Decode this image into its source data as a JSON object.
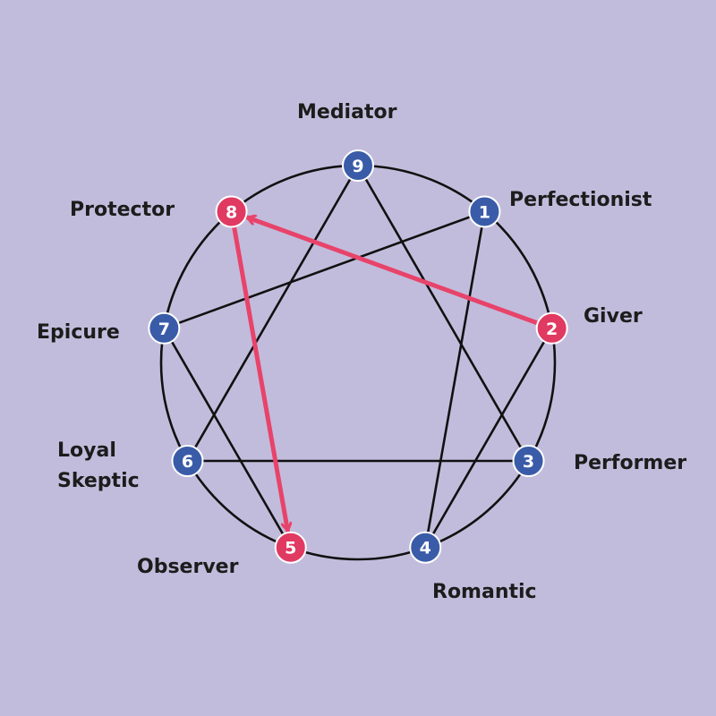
{
  "colors": {
    "background": "#c2bcdc",
    "line": "#111111",
    "node_default": "#3a5ca8",
    "node_highlight": "#e03a62",
    "arrow": "#e8436a",
    "text": "#1c1c1c"
  },
  "types": [
    {
      "number": "9",
      "name": "Mediator",
      "highlight": false
    },
    {
      "number": "1",
      "name": "Perfectionist",
      "highlight": false
    },
    {
      "number": "2",
      "name": "Giver",
      "highlight": true
    },
    {
      "number": "3",
      "name": "Performer",
      "highlight": false
    },
    {
      "number": "4",
      "name": "Romantic",
      "highlight": false
    },
    {
      "number": "5",
      "name": "Observer",
      "highlight": true
    },
    {
      "number": "6",
      "name": "Loyal Skeptic",
      "highlight": false
    },
    {
      "number": "7",
      "name": "Epicure",
      "highlight": false
    },
    {
      "number": "8",
      "name": "Protector",
      "highlight": true
    }
  ],
  "connections": [
    [
      "9",
      "3"
    ],
    [
      "3",
      "6"
    ],
    [
      "6",
      "9"
    ],
    [
      "1",
      "4"
    ],
    [
      "4",
      "2"
    ],
    [
      "1",
      "7"
    ],
    [
      "7",
      "5"
    ]
  ],
  "arrows": [
    [
      "2",
      "8"
    ],
    [
      "8",
      "5"
    ]
  ]
}
